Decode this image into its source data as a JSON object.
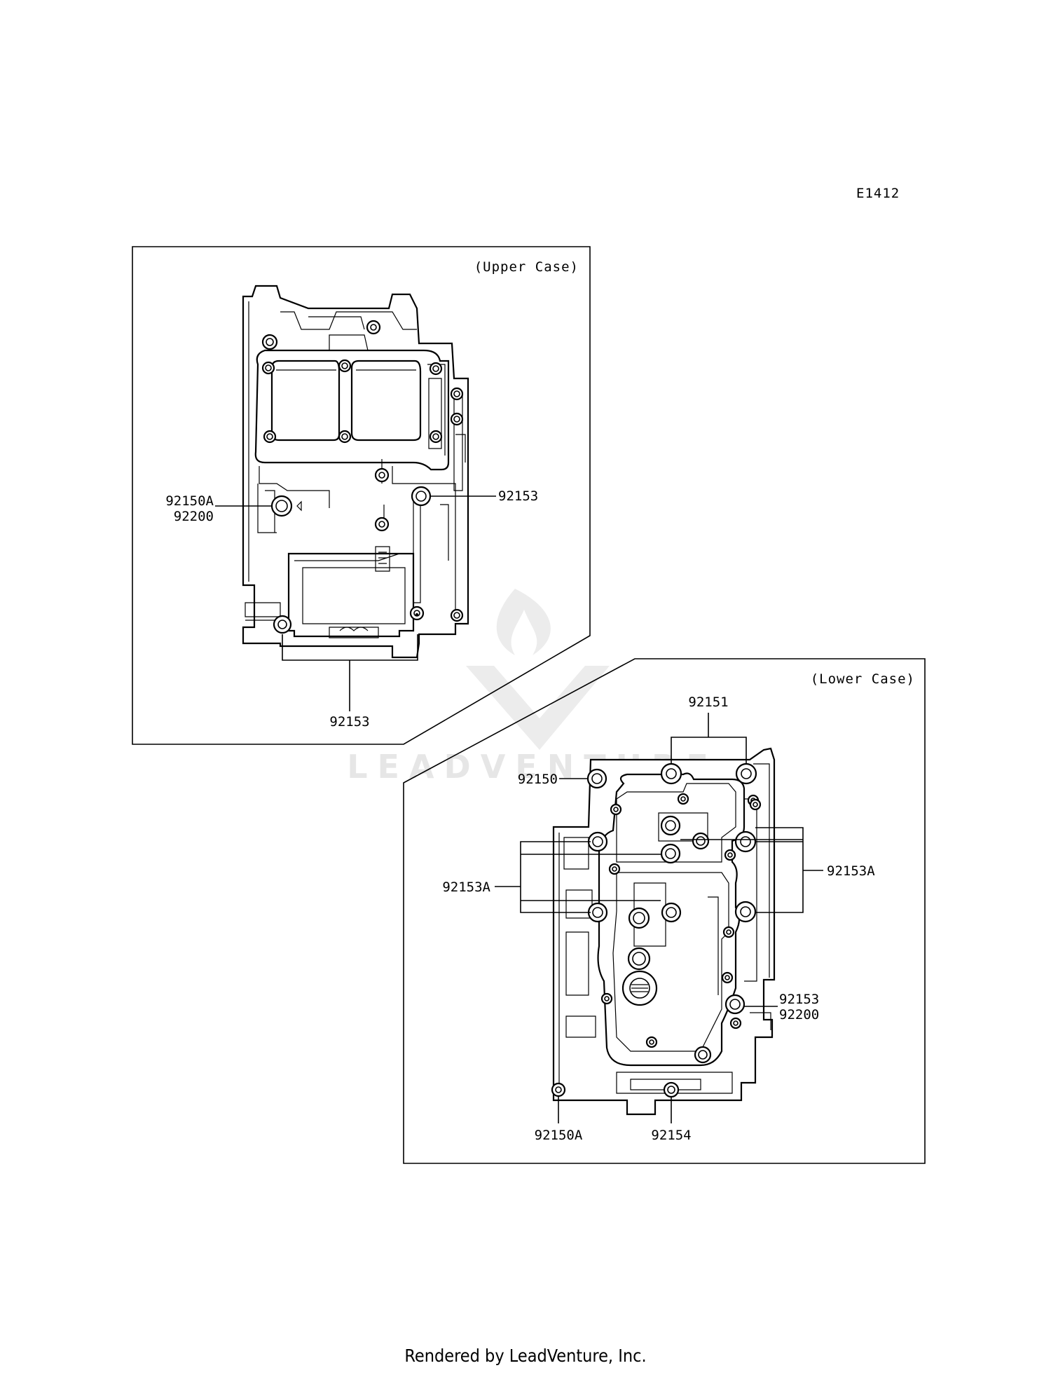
{
  "diagram_code": "E1412",
  "watermark": "LEADVENTURE",
  "footer": "Rendered by LeadVenture, Inc.",
  "upper_case": {
    "caption": "(Upper Case)",
    "callouts": {
      "left_a": "92150A",
      "left_b": "92200",
      "right": "92153",
      "bottom": "92153"
    }
  },
  "lower_case": {
    "caption": "(Lower Case)",
    "callouts": {
      "top": "92151",
      "upper_left": "92150",
      "left": "92153A",
      "right": "92153A",
      "lower_right_a": "92153",
      "lower_right_b": "92200",
      "bottom_left": "92150A",
      "bottom_center": "92154"
    }
  }
}
